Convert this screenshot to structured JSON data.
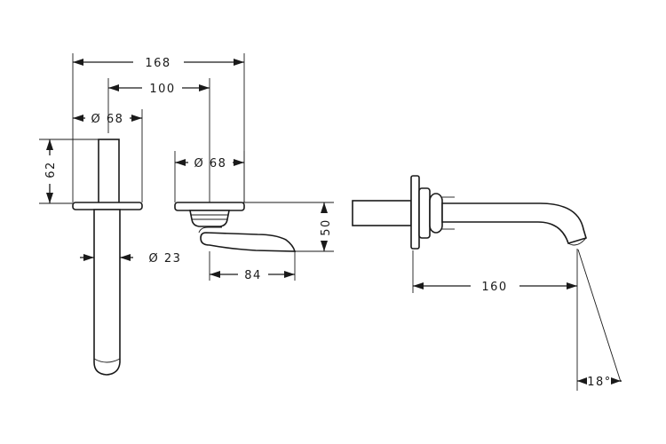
{
  "dimensions": {
    "overall_width": "168",
    "projection": "100",
    "rosette_diameter_top": "Ø 68",
    "height_body": "62",
    "spout_diameter": "Ø 23",
    "rosette_diameter_handle": "Ø 68",
    "handle_height": "50",
    "handle_length": "84",
    "spout_projection": "160",
    "spout_angle": "18°"
  }
}
